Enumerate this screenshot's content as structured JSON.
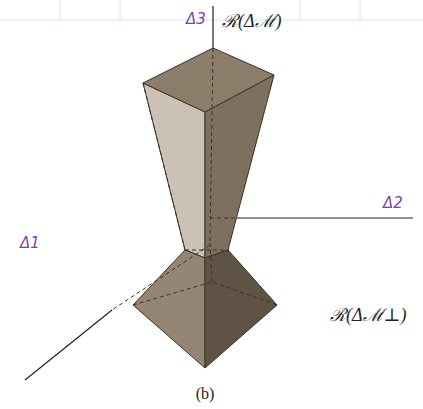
{
  "diagram": {
    "caption": "(b)",
    "labels": [
      "Δ3",
      "ℛ(Δℳ)",
      "Δ2",
      "Δ1",
      "ℛ(Δℳ⊥)"
    ]
  }
}
